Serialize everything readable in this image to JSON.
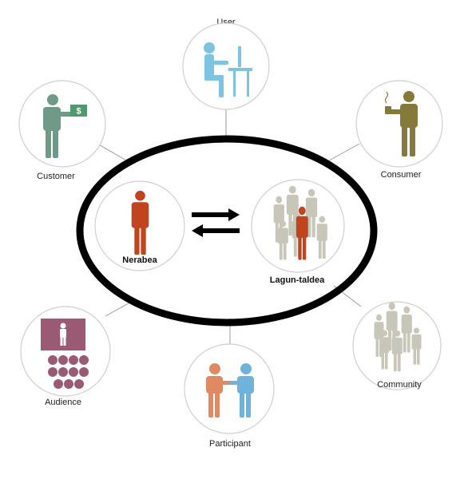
{
  "center": {
    "left_label": "Nerabea",
    "right_label": "Lagun-taldea"
  },
  "nodes": {
    "user": "User",
    "customer": "Customer",
    "consumer": "Consumer",
    "audience": "Audience",
    "community": "Community",
    "participant": "Participant"
  },
  "colors": {
    "ring": "#000000",
    "individual": "#c0441e",
    "crowd": "#c8c6b8",
    "user_figure": "#7ec4e0",
    "customer_figure": "#6f9a87",
    "money": "#4f9a6a",
    "consumer_figure": "#857a3a",
    "audience": "#9a5a74",
    "participant_left": "#e08a63",
    "participant_right": "#6fb2dc"
  }
}
